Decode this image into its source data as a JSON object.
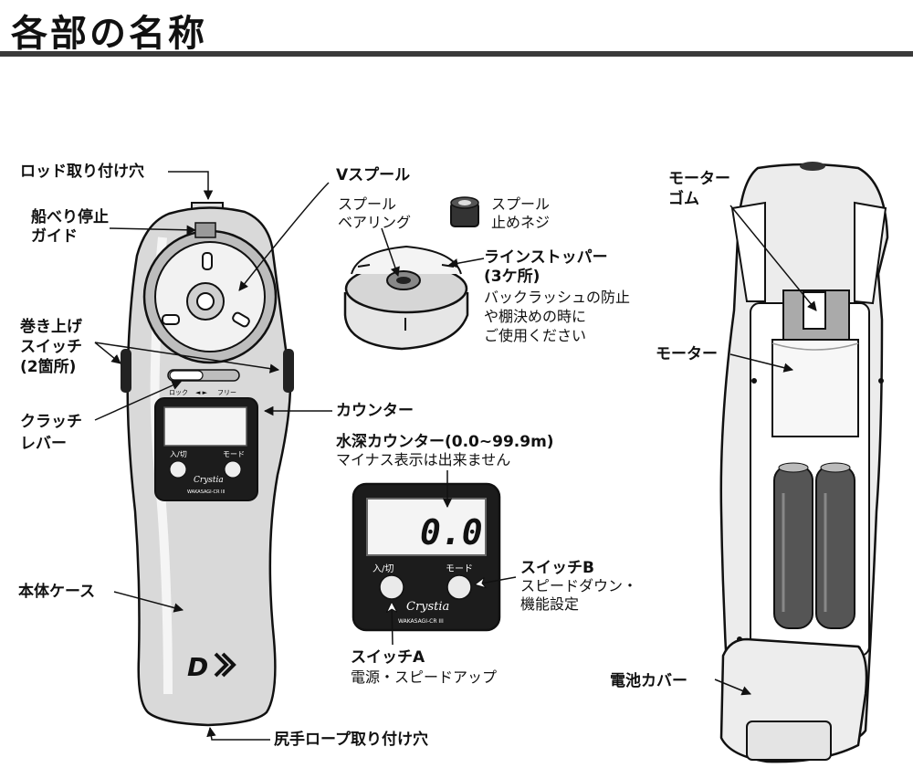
{
  "title": "各部の名称",
  "labels": {
    "rod_mount_hole": "ロッド取り付け穴",
    "gunwale_stop_guide_1": "船べり停止",
    "gunwale_stop_guide_2": "ガイド",
    "winding_switch_1": "巻き上げ",
    "winding_switch_2": "スイッチ",
    "winding_switch_3": "(2箇所)",
    "clutch_lever_1": "クラッチ",
    "clutch_lever_2": "レバー",
    "body_case": "本体ケース",
    "butt_rope_hole": "尻手ロープ取り付け穴",
    "v_spool": "Vスプール",
    "spool_bearing_1": "スプール",
    "spool_bearing_2": "ベアリング",
    "spool_screw_1": "スプール",
    "spool_screw_2": "止めネジ",
    "line_stopper_1": "ラインストッパー",
    "line_stopper_2": "(3ケ所)",
    "line_stopper_desc_1": "バックラッシュの防止",
    "line_stopper_desc_2": "や棚決めの時に",
    "line_stopper_desc_3": "ご使用ください",
    "counter": "カウンター",
    "depth_counter": "水深カウンター(0.0~99.9m)",
    "depth_counter_note": "マイナス表示は出来ません",
    "switch_b": "スイッチB",
    "switch_b_desc_1": "スピードダウン・",
    "switch_b_desc_2": "機能設定",
    "switch_a": "スイッチA",
    "switch_a_desc": "電源・スピードアップ",
    "motor_rubber_1": "モーター",
    "motor_rubber_2": "ゴム",
    "motor": "モーター",
    "battery_cover": "電池カバー"
  },
  "device": {
    "clutch_lock": "ロック",
    "clutch_free": "フリー",
    "clutch_arrows": "◄ ►",
    "btn_power": "入/切",
    "btn_mode": "モード",
    "brand_model": "Crystia",
    "model_code": "WAKASAGI-CR III",
    "logo": "D"
  },
  "counter_display": {
    "value": "0.0",
    "btn_power": "入/切",
    "btn_mode": "モード",
    "brand_model": "Crystia",
    "model_code": "WAKASAGI-CR III"
  }
}
